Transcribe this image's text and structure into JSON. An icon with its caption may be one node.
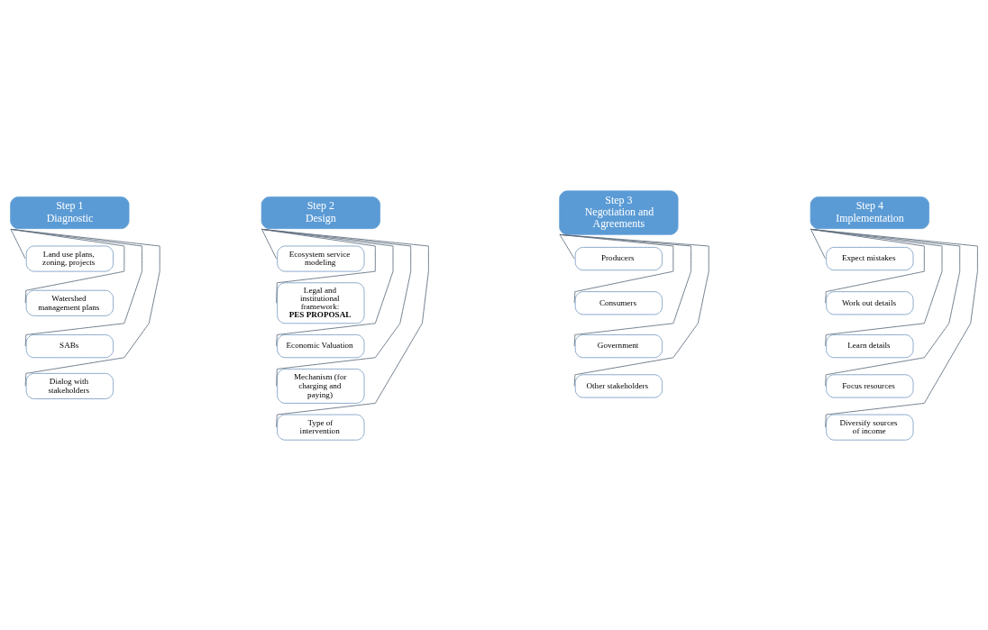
{
  "diagram": {
    "nodes": [
      {
        "text": [
          "Step 1",
          "Diagnostic"
        ]
      },
      {
        "text": [
          "Land use plans, zoning, projects"
        ]
      },
      {
        "text": [
          "Watershed management plans"
        ]
      },
      {
        "text": [
          "SABs"
        ]
      },
      {
        "text": [
          "Dialog with stakeholders"
        ]
      },
      {
        "text": [
          "Step 2",
          "Design"
        ]
      },
      {
        "text": [
          "Ecosystem service modeling"
        ]
      },
      {
        "text": [
          "Legal and institutional framework:",
          "PES PROPOSAL"
        ]
      },
      {
        "text": [
          "Economic Valuation"
        ]
      },
      {
        "text": [
          "Mechanism (for charging and paying)"
        ]
      },
      {
        "text": [
          "Type of intervention"
        ]
      },
      {
        "text": [
          "Step 3",
          "Negotiation and Agreements"
        ]
      },
      {
        "text": [
          "Producers"
        ]
      },
      {
        "text": [
          "Consumers"
        ]
      },
      {
        "text": [
          "Government"
        ]
      },
      {
        "text": [
          "Other stakeholders"
        ]
      },
      {
        "text": [
          "Step 4",
          "Implementation"
        ]
      },
      {
        "text": [
          "Expect mistakes"
        ]
      },
      {
        "text": [
          "Work out details"
        ]
      },
      {
        "text": [
          "Learn details"
        ]
      },
      {
        "text": [
          "Focus resources"
        ]
      },
      {
        "text": [
          "Diversify sources of income"
        ]
      }
    ],
    "edges": [
      {
        "from": 0,
        "to": 1,
        "arrow": "none"
      },
      {
        "from": 0,
        "to": 2,
        "arrow": "none"
      },
      {
        "from": 0,
        "to": 3,
        "arrow": "none"
      },
      {
        "from": 0,
        "to": 4,
        "arrow": "none"
      },
      {
        "from": 5,
        "to": 6,
        "arrow": "none"
      },
      {
        "from": 5,
        "to": 7,
        "arrow": "none"
      },
      {
        "from": 5,
        "to": 8,
        "arrow": "none"
      },
      {
        "from": 5,
        "to": 9,
        "arrow": "none"
      },
      {
        "from": 5,
        "to": 10,
        "arrow": "none"
      },
      {
        "from": 11,
        "to": 12,
        "arrow": "none"
      },
      {
        "from": 11,
        "to": 13,
        "arrow": "none"
      },
      {
        "from": 11,
        "to": 14,
        "arrow": "none"
      },
      {
        "from": 11,
        "to": 15,
        "arrow": "none"
      },
      {
        "from": 16,
        "to": 17,
        "arrow": "none"
      },
      {
        "from": 16,
        "to": 18,
        "arrow": "none"
      },
      {
        "from": 16,
        "to": 19,
        "arrow": "none"
      },
      {
        "from": 16,
        "to": 20,
        "arrow": "none"
      },
      {
        "from": 16,
        "to": 21,
        "arrow": "none"
      }
    ]
  }
}
